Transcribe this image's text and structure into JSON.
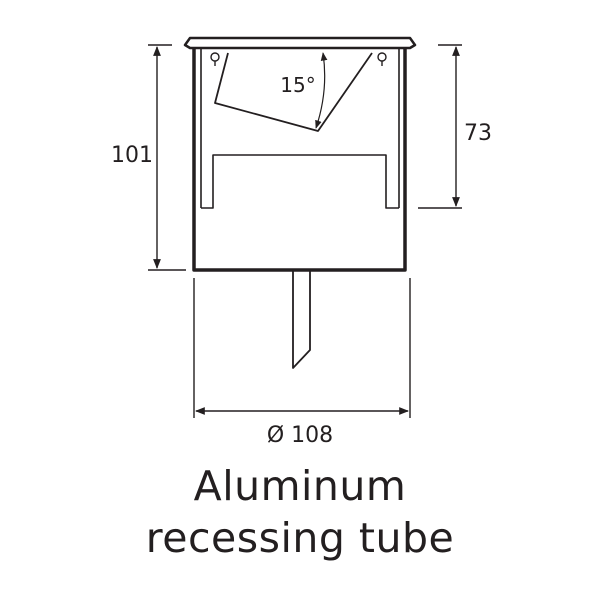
{
  "dimensions": {
    "height_total": "101",
    "height_inner": "73",
    "diameter": "Ø 108",
    "angle": "15°"
  },
  "caption": {
    "line1": "Aluminum",
    "line2": "recessing tube"
  }
}
